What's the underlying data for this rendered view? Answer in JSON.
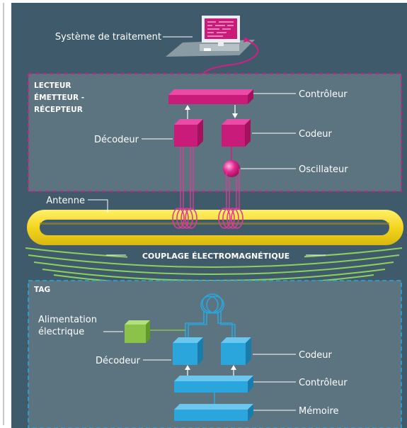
{
  "diagram": {
    "processing_system_label": "Système de traitement",
    "reader": {
      "title_lines": [
        "LECTEUR",
        "ÉMETTEUR -",
        "RÉCEPTEUR"
      ],
      "controller_label": "Contrôleur",
      "encoder_label": "Codeur",
      "decoder_label": "Décodeur",
      "oscillator_label": "Oscillateur"
    },
    "antenna_label": "Antenne",
    "coupling_label": "COUPLAGE ÉLECTROMAGNÉTIQUE",
    "tag": {
      "title": "TAG",
      "power_label_lines": [
        "Alimentation",
        "électrique"
      ],
      "decoder_label": "Décodeur",
      "encoder_label": "Codeur",
      "controller_label": "Contrôleur",
      "memory_label": "Mémoire"
    },
    "colors": {
      "background": "#3f5a6b",
      "panel": "#5c7380",
      "magenta": "#d11f84",
      "cyan": "#2aa6dc",
      "yellow": "#f4d51f",
      "green": "#8bc34a"
    }
  }
}
